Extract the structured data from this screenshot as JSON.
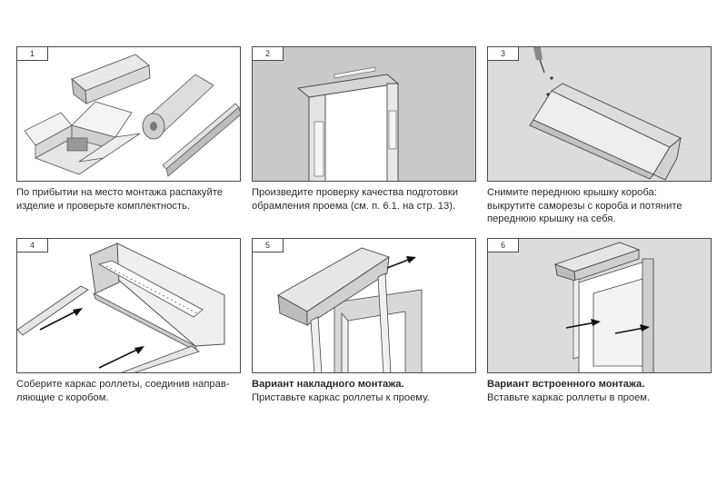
{
  "steps": [
    {
      "number": "1",
      "lines": [
        "По прибытии на место монтажа распакуйте",
        "изделие и проверьте комплектность."
      ]
    },
    {
      "number": "2",
      "lines": [
        "Произведите проверку качества подготовки",
        "обрамления проема (см. п. 6.1. на стр. 13)."
      ]
    },
    {
      "number": "3",
      "lines": [
        "Снимите переднюю крышку короба:",
        "выкрутите саморезы с короба и потяните",
        "переднюю крышку на себя."
      ]
    },
    {
      "number": "4",
      "lines": [
        "Соберите каркас роллеты, соединив направ-",
        "ляющие с коробом."
      ]
    },
    {
      "number": "5",
      "title": "Вариант накладного монтажа.",
      "lines": [
        "Приставьте каркас роллеты к проему."
      ]
    },
    {
      "number": "6",
      "title": "Вариант встроенного монтажа.",
      "lines": [
        "Вставьте каркас роллеты в проем."
      ]
    }
  ],
  "colors": {
    "border": "#4a4a4a",
    "wall": "#c9c9c9",
    "text": "#2a2a2a"
  }
}
